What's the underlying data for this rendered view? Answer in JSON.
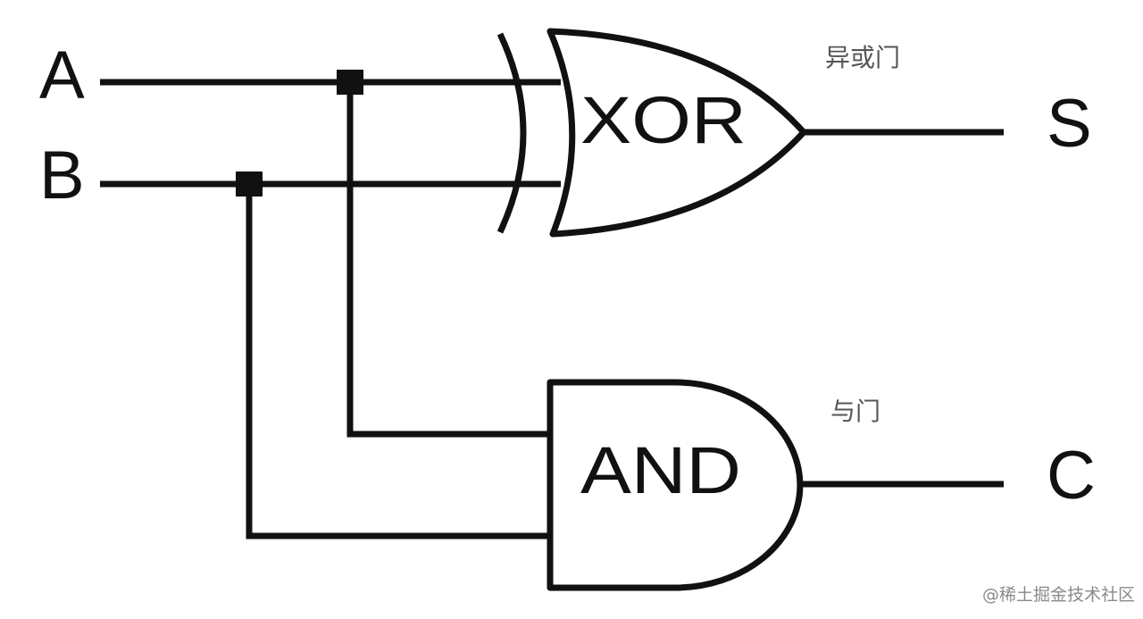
{
  "diagram": {
    "inputs": {
      "a": "A",
      "b": "B"
    },
    "outputs": {
      "sum": "S",
      "carry": "C"
    },
    "gates": {
      "xor": {
        "label": "XOR",
        "caption": "异或门"
      },
      "and": {
        "label": "AND",
        "caption": "与门"
      }
    },
    "watermark": "@稀土掘金技术社区",
    "colors": {
      "stroke": "#111111",
      "caption": "#555555",
      "watermark": "#8a8a8a"
    }
  }
}
